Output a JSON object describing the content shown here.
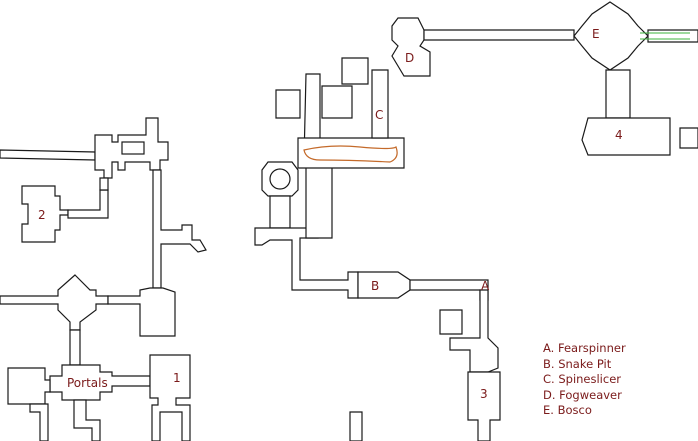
{
  "map": {
    "line_color": "#1a1a1a",
    "label_color": "#7a1a1a",
    "hazard_color": "#c46a2a",
    "portal_color": "#3bb33b",
    "markers": {
      "A": "A",
      "B": "B",
      "C": "C",
      "D": "D",
      "E": "E",
      "one": "1",
      "two": "2",
      "three": "3",
      "four": "4",
      "portals": "Portals"
    },
    "legend": [
      "A. Fearspinner",
      "B. Snake Pit",
      "C. Spineslicer",
      "D. Fogweaver",
      "E. Bosco"
    ]
  }
}
